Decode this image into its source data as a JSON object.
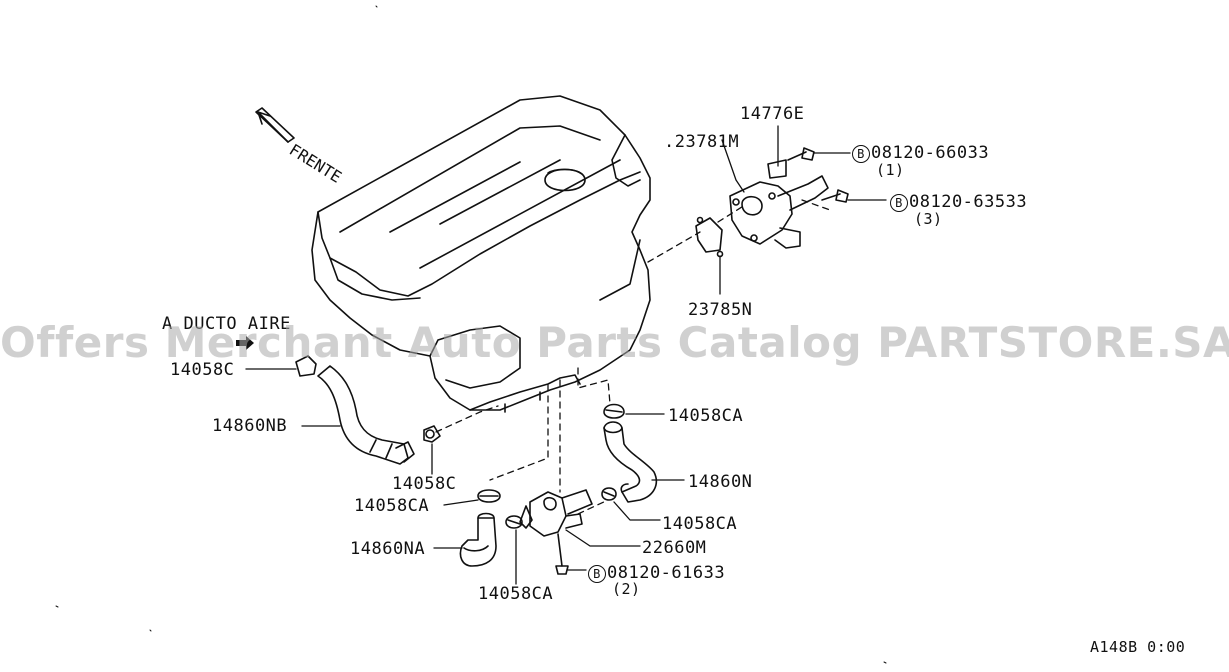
{
  "diagram": {
    "direction_label": "FRENTE",
    "air_duct_label": "A DUCTO AIRE",
    "watermark": "Offers Merchant Auto Parts Catalog PARTSTORE.SA",
    "figure_code": "A148B 0:00"
  },
  "parts": {
    "p14776E": "14776E",
    "p23781M": ".23781M",
    "bolt1": {
      "badge": "B",
      "number": "08120-66033",
      "qty": "(1)"
    },
    "bolt3": {
      "badge": "B",
      "number": "08120-63533",
      "qty": "(3)"
    },
    "p23785N": "23785N",
    "p14058C_top": "14058C",
    "p14860NB": "14860NB",
    "p14058C_mid": "14058C",
    "p14058CA_left": "14058CA",
    "p14860NA": "14860NA",
    "p14058CA_bottom": "14058CA",
    "p14058CA_right_top": "14058CA",
    "p14860N": "14860N",
    "p14058CA_right": "14058CA",
    "p22660M": "22660M",
    "bolt2": {
      "badge": "B",
      "number": "08120-61633",
      "qty": "(2)"
    }
  },
  "colors": {
    "line": "#111111",
    "watermark": "#aaaaaa",
    "background": "#ffffff"
  }
}
